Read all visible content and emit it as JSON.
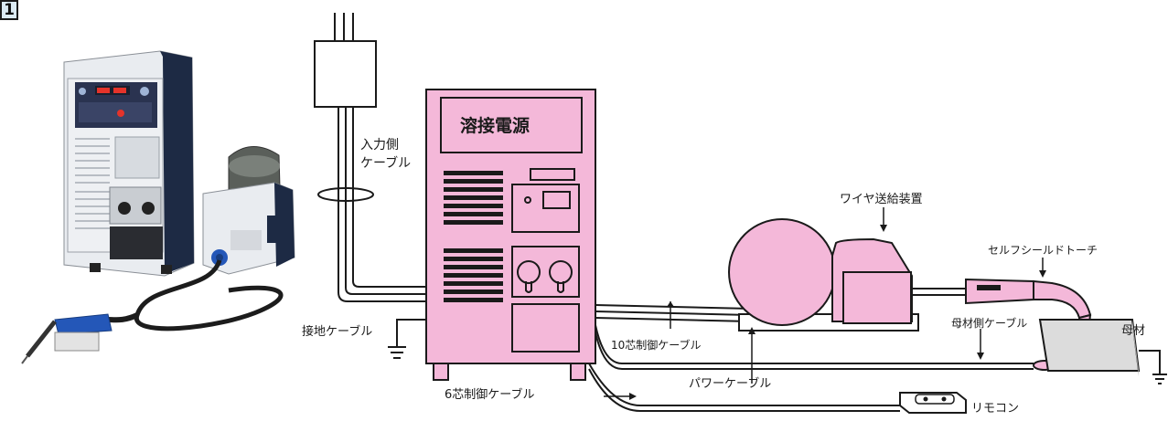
{
  "figure_number": "1",
  "labels": {
    "power_source": "溶接電源",
    "input_cable_line1": "入力側",
    "input_cable_line2": "ケーブル",
    "ground_cable": "接地ケーブル",
    "control_cable_10": "10芯制御ケーブル",
    "control_cable_6": "6芯制御ケーブル",
    "power_cable": "パワーケーブル",
    "wire_feeder": "ワイヤ送給装置",
    "torch": "セルフシールドトーチ",
    "base_metal_cable": "母材側ケーブル",
    "base_metal": "母材",
    "remote": "リモコン"
  },
  "colors": {
    "equipment_fill": "#f4b8d9",
    "outline": "#1a1a1a",
    "base_metal_fill": "#dcdcdc",
    "machine_body": "#e8ebef",
    "machine_dark": "#1d2a44",
    "gun_blue": "#2457b8"
  }
}
